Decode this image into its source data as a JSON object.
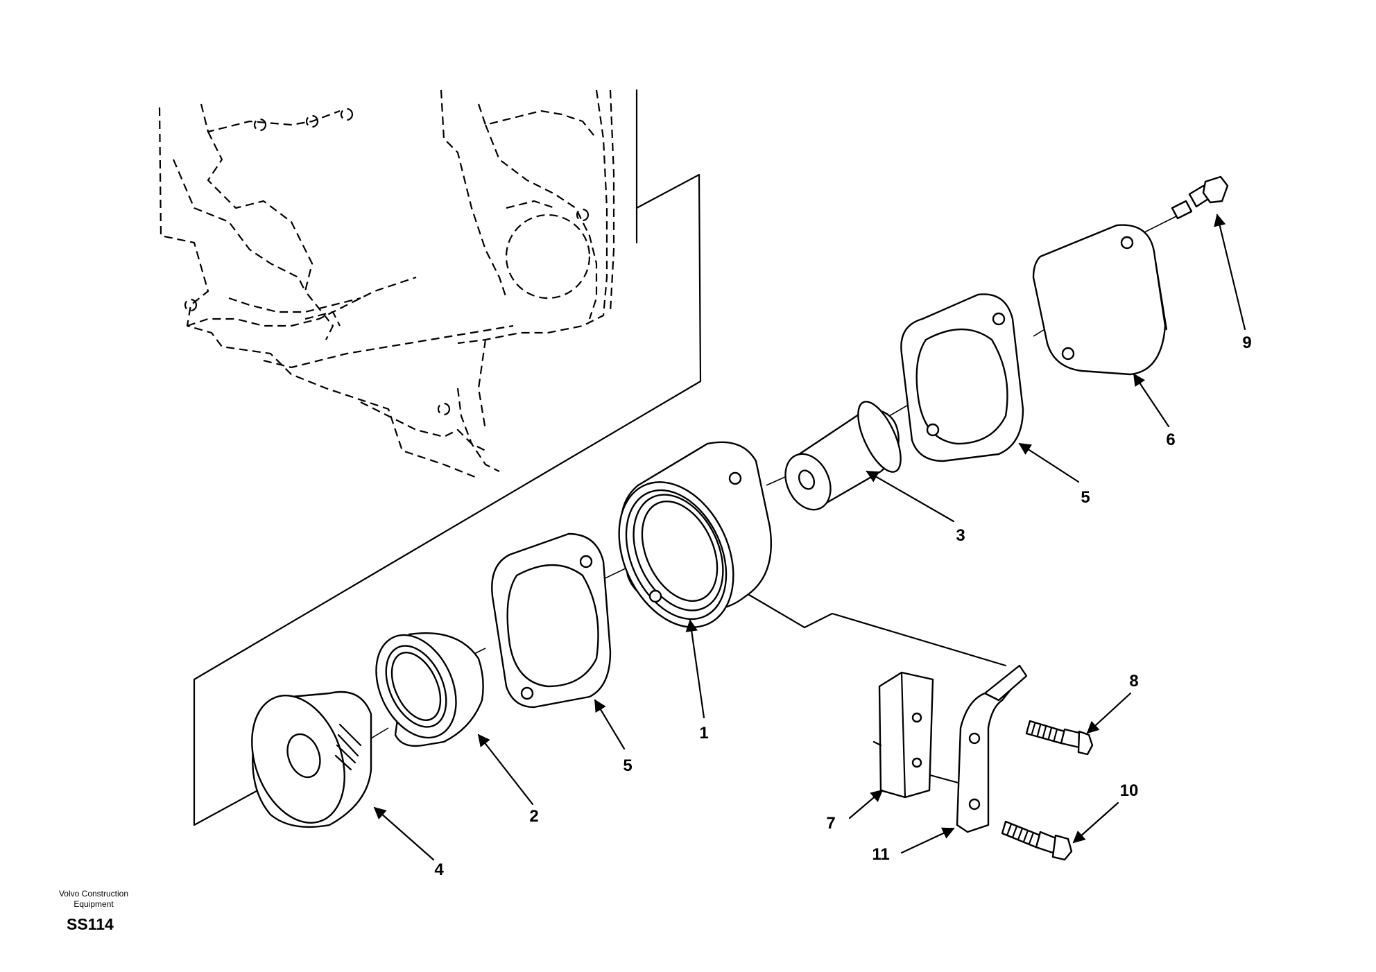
{
  "callouts": [
    "1",
    "2",
    "3",
    "4",
    "5",
    "5",
    "6",
    "7",
    "8",
    "9",
    "10",
    "11"
  ],
  "footer": {
    "company_line1": "Volvo Construction",
    "company_line2": "Equipment",
    "code": "SS114"
  }
}
